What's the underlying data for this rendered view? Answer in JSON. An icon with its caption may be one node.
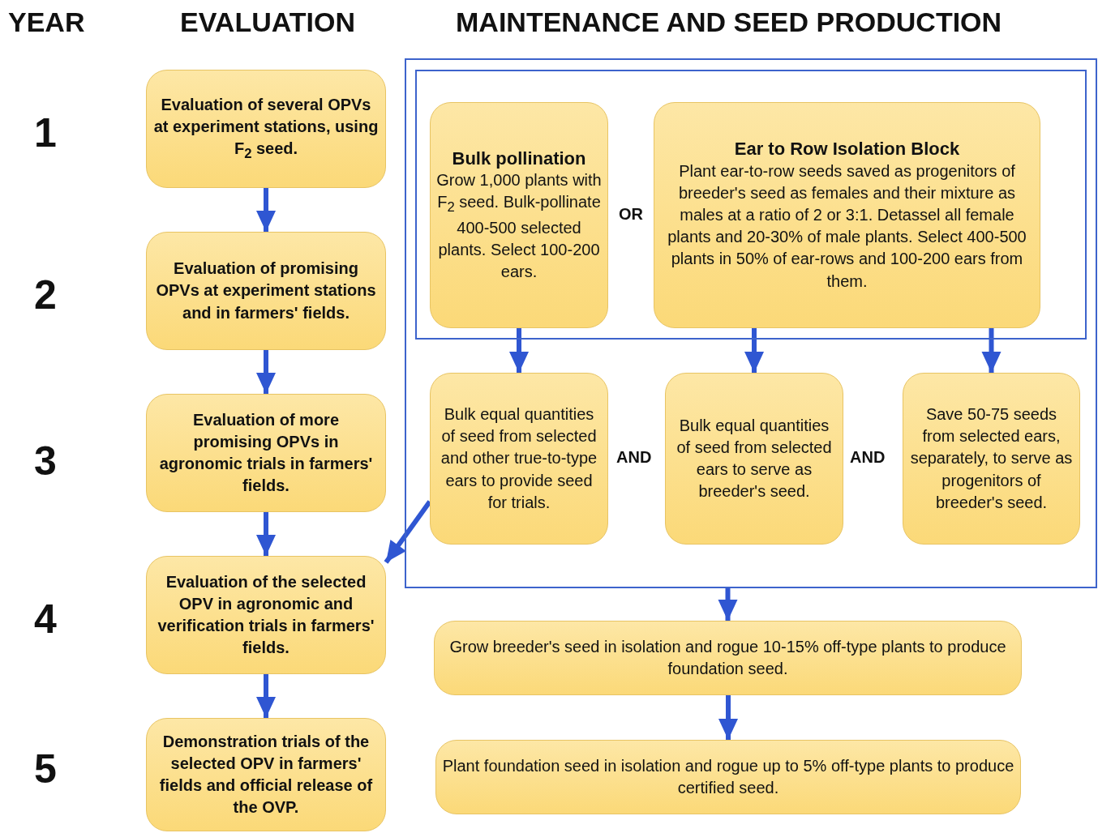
{
  "diagram": {
    "nodes": [
      {
        "text": [],
        "shape": "box"
      },
      {
        "text": [],
        "shape": "box",
        "in": 0
      },
      {
        "text": [
          "Evaluation of several OPVs at experiment stations, using F$_{2}$ seed."
        ]
      },
      {
        "text": [
          "Evaluation of promising OPVs at experiment stations and in farmers' fields."
        ]
      },
      {
        "text": [
          "Evaluation of more promising OPVs in agronomic trials in farmers' fields."
        ]
      },
      {
        "text": [
          "Evaluation of the selected OPV in agronomic and verification trials in farmers' fields."
        ]
      },
      {
        "text": [
          "Demonstration trials of the selected OPV in farmers' fields and official release of the OVP."
        ]
      },
      {
        "text": [
          "Bulk pollination",
          "Grow 1,000 plants with F$_{2}$ seed. Bulk-pollinate 400-500 selected plants. Select 100-200 ears."
        ],
        "in": 1
      },
      {
        "text": [
          "Ear to Row Isolation Block",
          "Plant ear-to-row seeds saved as progenitors of breeder's seed as females and their mixture as males at a ratio of 2 or 3:1. Detassel all female plants and 20-30% of male plants. Select 400-500 plants in 50% of ear-rows and 100-200 ears from them."
        ],
        "in": 1
      },
      {
        "text": [
          "Bulk equal quantities of seed from selected and other true-to-type ears to provide seed for trials."
        ],
        "in": 0
      },
      {
        "text": [
          "Bulk equal quantities of seed from selected ears to serve as breeder's seed."
        ],
        "in": 0
      },
      {
        "text": [
          "Save 50-75 seeds from selected ears, separately, to serve as progenitors of breeder's seed."
        ],
        "in": 0
      },
      {
        "text": [
          "Grow breeder's seed in isolation and rogue 10-15% off-type plants to produce foundation seed."
        ]
      },
      {
        "text": [
          "Plant foundation seed in isolation and rogue up to 5% off-type plants to produce certified seed."
        ]
      }
    ],
    "edges": [
      {
        "from": 2,
        "to": 3,
        "arrow": "to"
      },
      {
        "from": 3,
        "to": 4,
        "arrow": "to"
      },
      {
        "from": 4,
        "to": 5,
        "arrow": "to"
      },
      {
        "from": 5,
        "to": 6,
        "arrow": "to"
      },
      {
        "from": 7,
        "to": 9,
        "arrow": "to"
      },
      {
        "from": 8,
        "to": 10,
        "arrow": "to"
      },
      {
        "from": 8,
        "to": 11,
        "arrow": "to"
      },
      {
        "from": 9,
        "to": 5,
        "arrow": "to"
      },
      {
        "from": 0,
        "to": 12,
        "arrow": "to"
      },
      {
        "from": 12,
        "to": 13,
        "arrow": "to"
      }
    ],
    "labels": [
      "YEAR",
      "EVALUATION",
      "MAINTENANCE AND SEED PRODUCTION",
      "1",
      "OR",
      "2",
      "3",
      "AND",
      "AND",
      "4",
      "5"
    ]
  }
}
